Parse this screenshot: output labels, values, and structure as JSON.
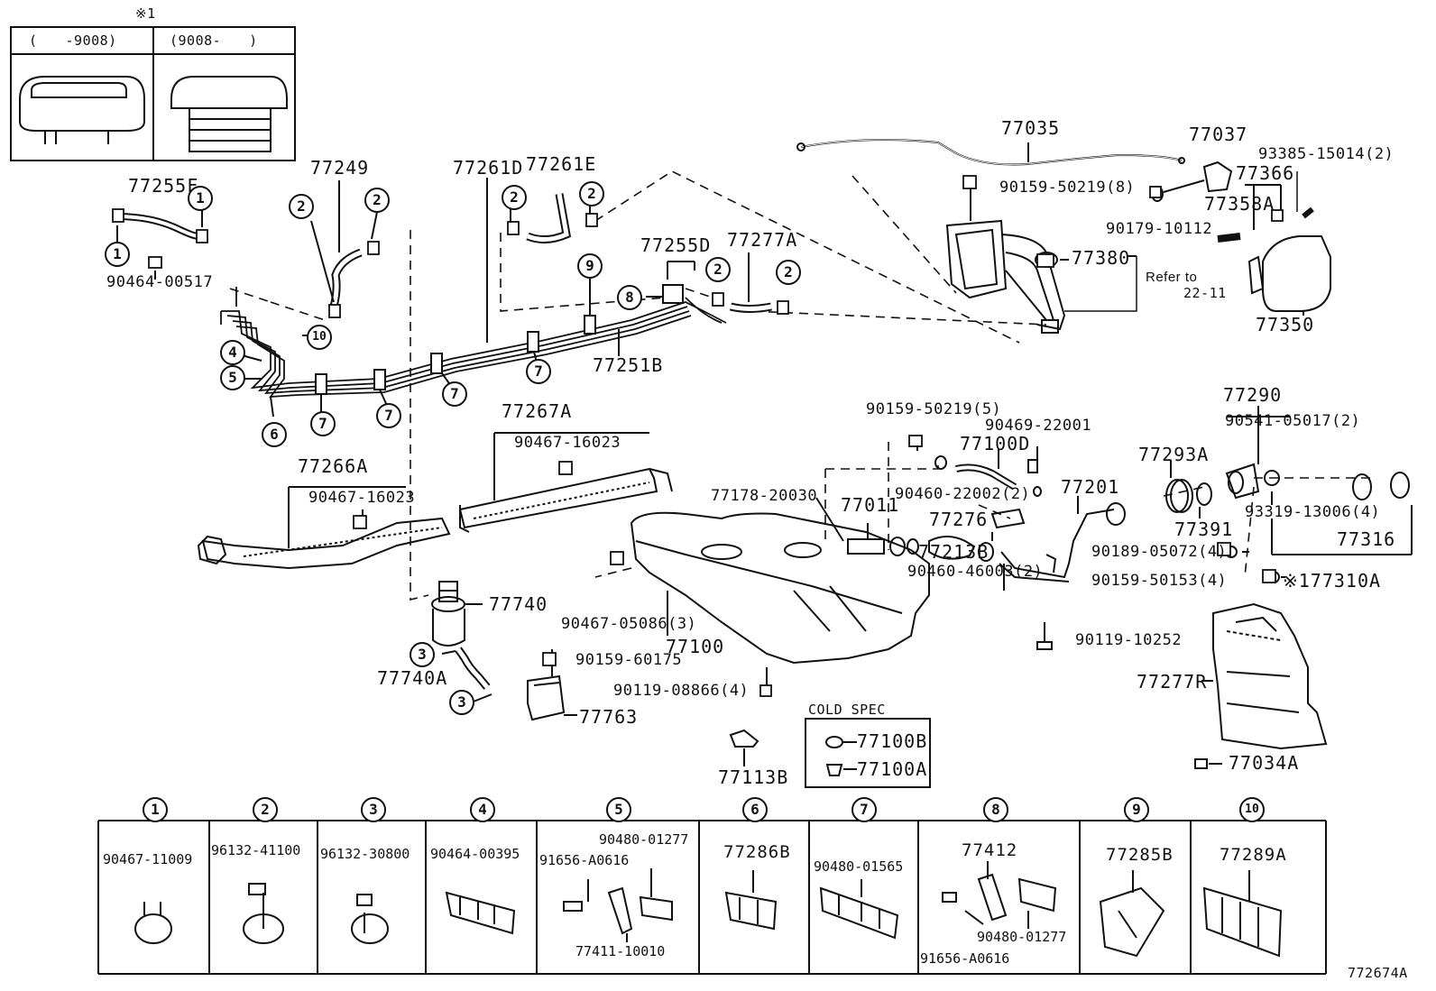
{
  "note_mark": "※1",
  "inset": {
    "left_range": "(　　-9008)",
    "right_range": "(9008-　　)"
  },
  "labels": {
    "p77255F": "77255F",
    "p90464_00517": "90464-00517",
    "p77249": "77249",
    "p77261D": "77261D",
    "p77261E": "77261E",
    "p77255D": "77255D",
    "p77277A": "77277A",
    "p77251B": "77251B",
    "p77267A": "77267A",
    "p90467_16023a": "90467-16023",
    "p77266A": "77266A",
    "p90467_16023b": "90467-16023",
    "p77740": "77740",
    "p77740A": "77740A",
    "p90159_60175": "90159-60175",
    "p77763": "77763",
    "p90119_08866": "90119-08866(4)",
    "p77113B": "77113B",
    "p77035": "77035",
    "p90159_50219_8": "90159-50219(8)",
    "p77037": "77037",
    "p93385": "93385-15014(2)",
    "p77366": "77366",
    "p77358A": "77358A",
    "p90179": "90179-10112",
    "p77380": "77380",
    "refer": "Refer to",
    "refer_page": "22-11",
    "p77350": "77350",
    "p90159_50219_5": "90159-50219(5)",
    "p90469": "90469-22001",
    "p77100D": "77100D",
    "p77178": "77178-20030",
    "p77011": "77011",
    "p90460_22002": "90460-22002(2)",
    "p77276": "77276",
    "p77201": "77201",
    "p77293A": "77293A",
    "p77290": "77290",
    "p90541": "90541-05017(2)",
    "p77391": "77391",
    "p93319": "93319-13006(4)",
    "p77316": "77316",
    "p90189": "90189-05072(4)",
    "p90159_50153": "90159-50153(4)",
    "p77310A": "※177310A",
    "p77213B": "77213B",
    "p90460_46003": "90460-46003(2)",
    "p90119_10252": "90119-10252",
    "p90467_05086": "90467-05086(3)",
    "p77100": "77100",
    "p77277R": "77277R",
    "p77034A": "77034A",
    "cold_spec": "COLD SPEC",
    "p77100B": "77100B",
    "p77100A": "77100A",
    "figure_id": "772674A"
  },
  "table": [
    {
      "num": "1",
      "parts": [
        "90467-11009"
      ]
    },
    {
      "num": "2",
      "parts": [
        "96132-41100"
      ]
    },
    {
      "num": "3",
      "parts": [
        "96132-30800"
      ]
    },
    {
      "num": "4",
      "parts": [
        "90464-00395"
      ]
    },
    {
      "num": "5",
      "parts": [
        "90480-01277",
        "91656-A0616",
        "77411-10010"
      ]
    },
    {
      "num": "6",
      "parts": [
        "77286B"
      ]
    },
    {
      "num": "7",
      "parts": [
        "90480-01565"
      ]
    },
    {
      "num": "8",
      "parts": [
        "77412",
        "90480-01277",
        "91656-A0616"
      ]
    },
    {
      "num": "9",
      "parts": [
        "77285B"
      ]
    },
    {
      "num": "10",
      "parts": [
        "77289A"
      ]
    }
  ],
  "callouts": [
    "1",
    "1",
    "2",
    "2",
    "2",
    "2",
    "2",
    "2",
    "2",
    "3",
    "3",
    "4",
    "5",
    "6",
    "7",
    "7",
    "7",
    "7",
    "8",
    "9",
    "10"
  ]
}
